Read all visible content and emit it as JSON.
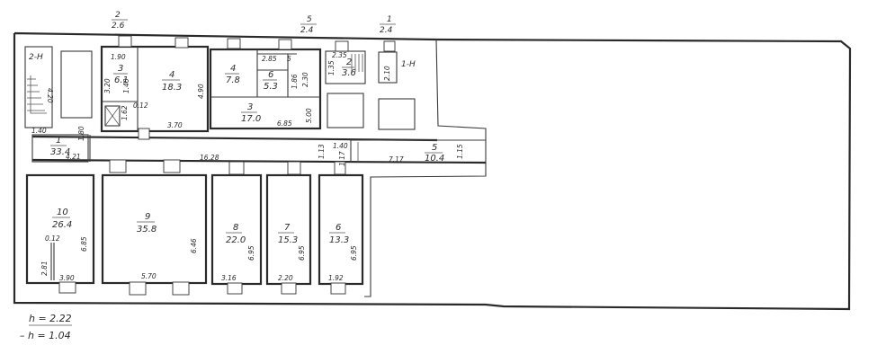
{
  "axes": [
    {
      "label": "2",
      "value": "2.6"
    },
    {
      "label": "5",
      "value": "2.4"
    },
    {
      "label": "1",
      "value": "2.4"
    }
  ],
  "stairs": {
    "left": "2-Н",
    "right": "1-Н"
  },
  "rooms": {
    "r1": {
      "num": "1",
      "area": "33.4"
    },
    "r3a": {
      "num": "3",
      "area": "6.1"
    },
    "r4a": {
      "num": "4",
      "area": "18.3"
    },
    "r4b": {
      "num": "4",
      "area": "7.8"
    },
    "r6a": {
      "num": "6",
      "area": "5.3"
    },
    "r3b": {
      "num": "3",
      "area": "17.0"
    },
    "r2": {
      "num": "2",
      "area": "3.6"
    },
    "r5": {
      "num": "5",
      "area": "10.4"
    },
    "r10": {
      "num": "10",
      "area": "26.4"
    },
    "r9": {
      "num": "9",
      "area": "35.8"
    },
    "r8": {
      "num": "8",
      "area": "22.0"
    },
    "r7": {
      "num": "7",
      "area": "15.3"
    },
    "r6b": {
      "num": "6",
      "area": "13.3"
    }
  },
  "dims": {
    "d_420": "4.20",
    "d_140a": "1.40",
    "d_180": "1.80",
    "d_421": "4.21",
    "d_190": "1.90",
    "d_320": "3.20",
    "d_140b": "1.40",
    "d_162": "1.62",
    "d_012a": "0.12",
    "d_490": "4.90",
    "d_370": "3.70",
    "d_285": "2.85",
    "d_5": "5",
    "d_186": "1.86",
    "d_230": "2.30",
    "d_500": "5.00",
    "d_685": "6.85",
    "d_235": "2.35",
    "d_135": "1.35",
    "d_210": "2.10",
    "d_1628": "16.28",
    "d_113": "1.13",
    "d_140c": "1.40",
    "d_117": "1.17",
    "d_717": "7.17",
    "d_115": "1.15",
    "d_685a": "6.85",
    "d_012b": "0.12",
    "d_281": "2.81",
    "d_390": "3.90",
    "d_646": "6.46",
    "d_570": "5.70",
    "d_695a": "6.95",
    "d_316": "3.16",
    "d_695b": "6.95",
    "d_220": "2.20",
    "d_695c": "6.95",
    "d_192": "1.92"
  },
  "notes": {
    "h1": "h = 2.22",
    "h2": "– h = 1.04"
  }
}
